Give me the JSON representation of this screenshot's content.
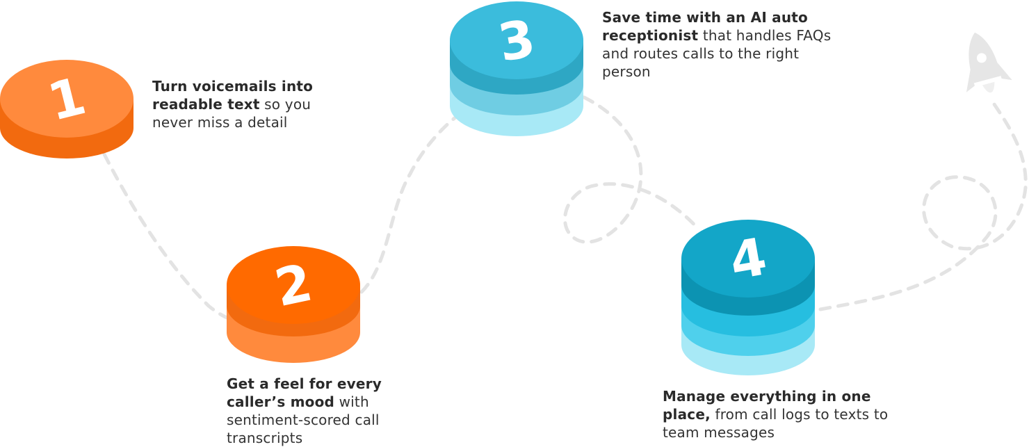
{
  "steps": [
    {
      "number": "1",
      "highlight": "Turn voicemails into readable text",
      "rest": " so you never miss a detail"
    },
    {
      "number": "2",
      "highlight": "Get a feel for every caller’s mood",
      "rest": " with sentiment-scored call transcripts"
    },
    {
      "number": "3",
      "highlight": "Save time with an AI auto receptionist",
      "rest": " that handles FAQs and routes calls to the right person"
    },
    {
      "number": "4",
      "highlight": "Manage everything in one place,",
      "rest": " from call logs to texts to team messages"
    }
  ],
  "colors": {
    "orange_light": "#FF8A3D",
    "orange_dark": "#F26A0F",
    "blue_light": "#3BBCDC",
    "blue_dark": "#13A6C8",
    "path_dash": "#E3E3E3",
    "rocket": "#E6E6E6"
  },
  "icons": [
    "rocket-icon"
  ]
}
